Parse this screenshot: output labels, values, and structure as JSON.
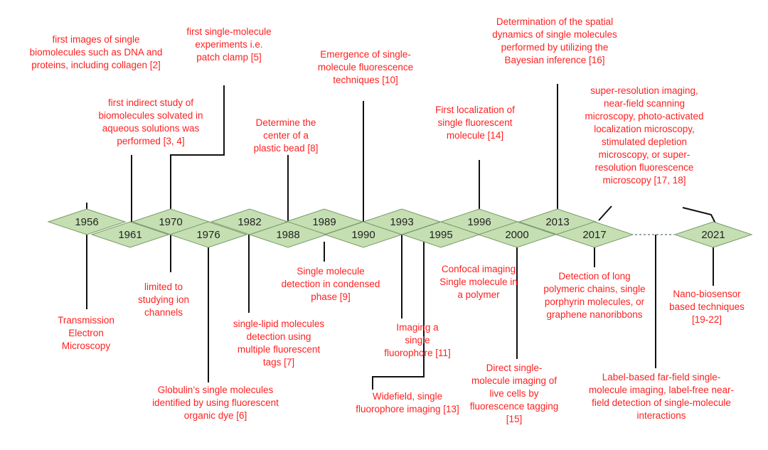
{
  "colors": {
    "diamond_fill": "#c5dfb3",
    "diamond_stroke": "#7a9a68",
    "text": "#ff2020",
    "line": "#111111",
    "dotted": "#9aa89a"
  },
  "years": [
    "1956",
    "1961",
    "1970",
    "1976",
    "1982",
    "1988",
    "1989",
    "1990",
    "1993",
    "1995",
    "1996",
    "2000",
    "2013",
    "2017",
    "2021"
  ],
  "events": [
    {
      "id": "1956a",
      "text": "first images of single biomolecules such as DNA and proteins, including collagen [2]"
    },
    {
      "id": "1956b",
      "text": "Transmission Electron Microscopy"
    },
    {
      "id": "1961",
      "text": "first indirect study of biomolecules solvated in aqueous solutions was performed [3, 4]"
    },
    {
      "id": "1970a",
      "text": "first single-molecule experiments i.e. patch clamp [5]"
    },
    {
      "id": "1970b",
      "text": "limited to studying ion channels"
    },
    {
      "id": "1976",
      "text": "Globulin’s single molecules identified by using fluorescent organic dye [6]"
    },
    {
      "id": "1982a",
      "text": "Determine the center of a plastic bead [8]"
    },
    {
      "id": "1982b",
      "text": "single-lipid molecules detection using multiple fluorescent tags [7]"
    },
    {
      "id": "1988",
      "text": "Single molecule detection in condensed phase [9]"
    },
    {
      "id": "1990",
      "text": "Emergence of single-molecule fluorescence techniques [10]"
    },
    {
      "id": "1993",
      "text": "Imaging a single fluorophore [11]"
    },
    {
      "id": "1995",
      "text": "Widefield, single fluorophore imaging [13]"
    },
    {
      "id": "1996a",
      "text": "First localization of single fluorescent molecule [14]"
    },
    {
      "id": "1996b",
      "text": "Confocal imaging Single molecule in a polymer"
    },
    {
      "id": "2000",
      "text": "Direct single-molecule imaging of live cells by fluorescence tagging [15]"
    },
    {
      "id": "2013",
      "text": "Determination of the spatial dynamics of single molecules performed by utilizing the Bayesian inference [16]"
    },
    {
      "id": "2017a",
      "text": "super-resolution imaging, near-field scanning microscopy, photo-activated localization microscopy, stimulated depletion microscopy, or super-resolution fluorescence microscopy [17, 18]"
    },
    {
      "id": "2017b",
      "text": "Detection of long polymeric chains, single porphyrin molecules, or graphene nanoribbons"
    },
    {
      "id": "2021a",
      "text": "Label-based far-field single-molecule imaging, label-free near-field detection of single-molecule interactions"
    },
    {
      "id": "2021b",
      "text": "Nano-biosensor based techniques [19-22]"
    }
  ]
}
